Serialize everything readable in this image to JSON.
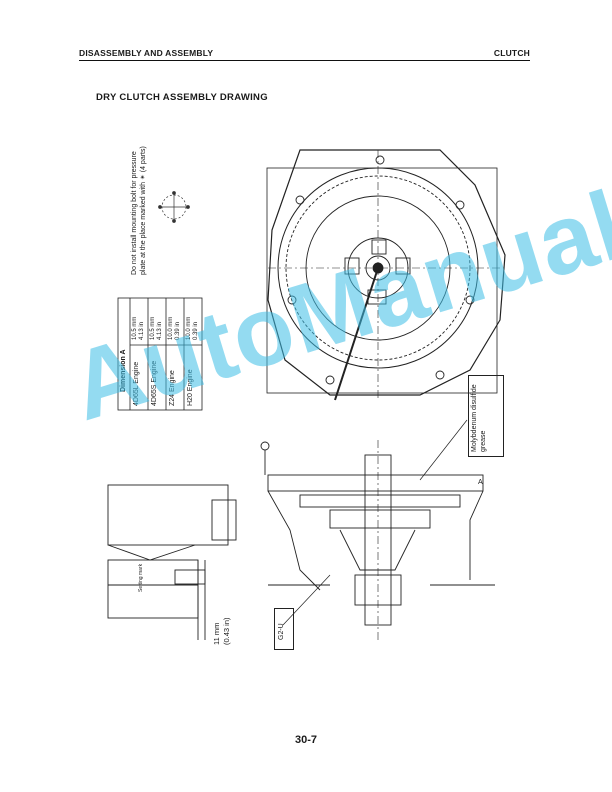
{
  "header": {
    "section": "DISASSEMBLY AND ASSEMBLY",
    "chapter": "CLUTCH"
  },
  "title": "DRY CLUTCH ASSEMBLY DRAWING",
  "note": {
    "line1": "Do not install mounting bolt for pressure",
    "line2": "plate at the place marked with ✴ (4 parts)"
  },
  "dimension_table": {
    "heading": "Dimension A",
    "rows": [
      {
        "engine": "4D65L Engine",
        "mm": "10.5 mm",
        "in": "4.13 in"
      },
      {
        "engine": "4D65S Engine",
        "mm": "10.5 mm",
        "in": "4.13 in"
      },
      {
        "engine": "Z24 Engine",
        "mm": "10.0 mm",
        "in": "0.39 in"
      },
      {
        "engine": "H20 Engine",
        "mm": "10.0 mm",
        "in": "0.39 in"
      }
    ]
  },
  "lube": {
    "line1": "Molybdenum disulfide",
    "line2": "grease"
  },
  "dim_label": {
    "line1": "11 mm",
    "line2": "(0.43 in)"
  },
  "callouts": {
    "g2u": "G2-U",
    "a": "A",
    "setting": "Setting mark"
  },
  "page_number": "30-7",
  "watermark": "AutoManual"
}
